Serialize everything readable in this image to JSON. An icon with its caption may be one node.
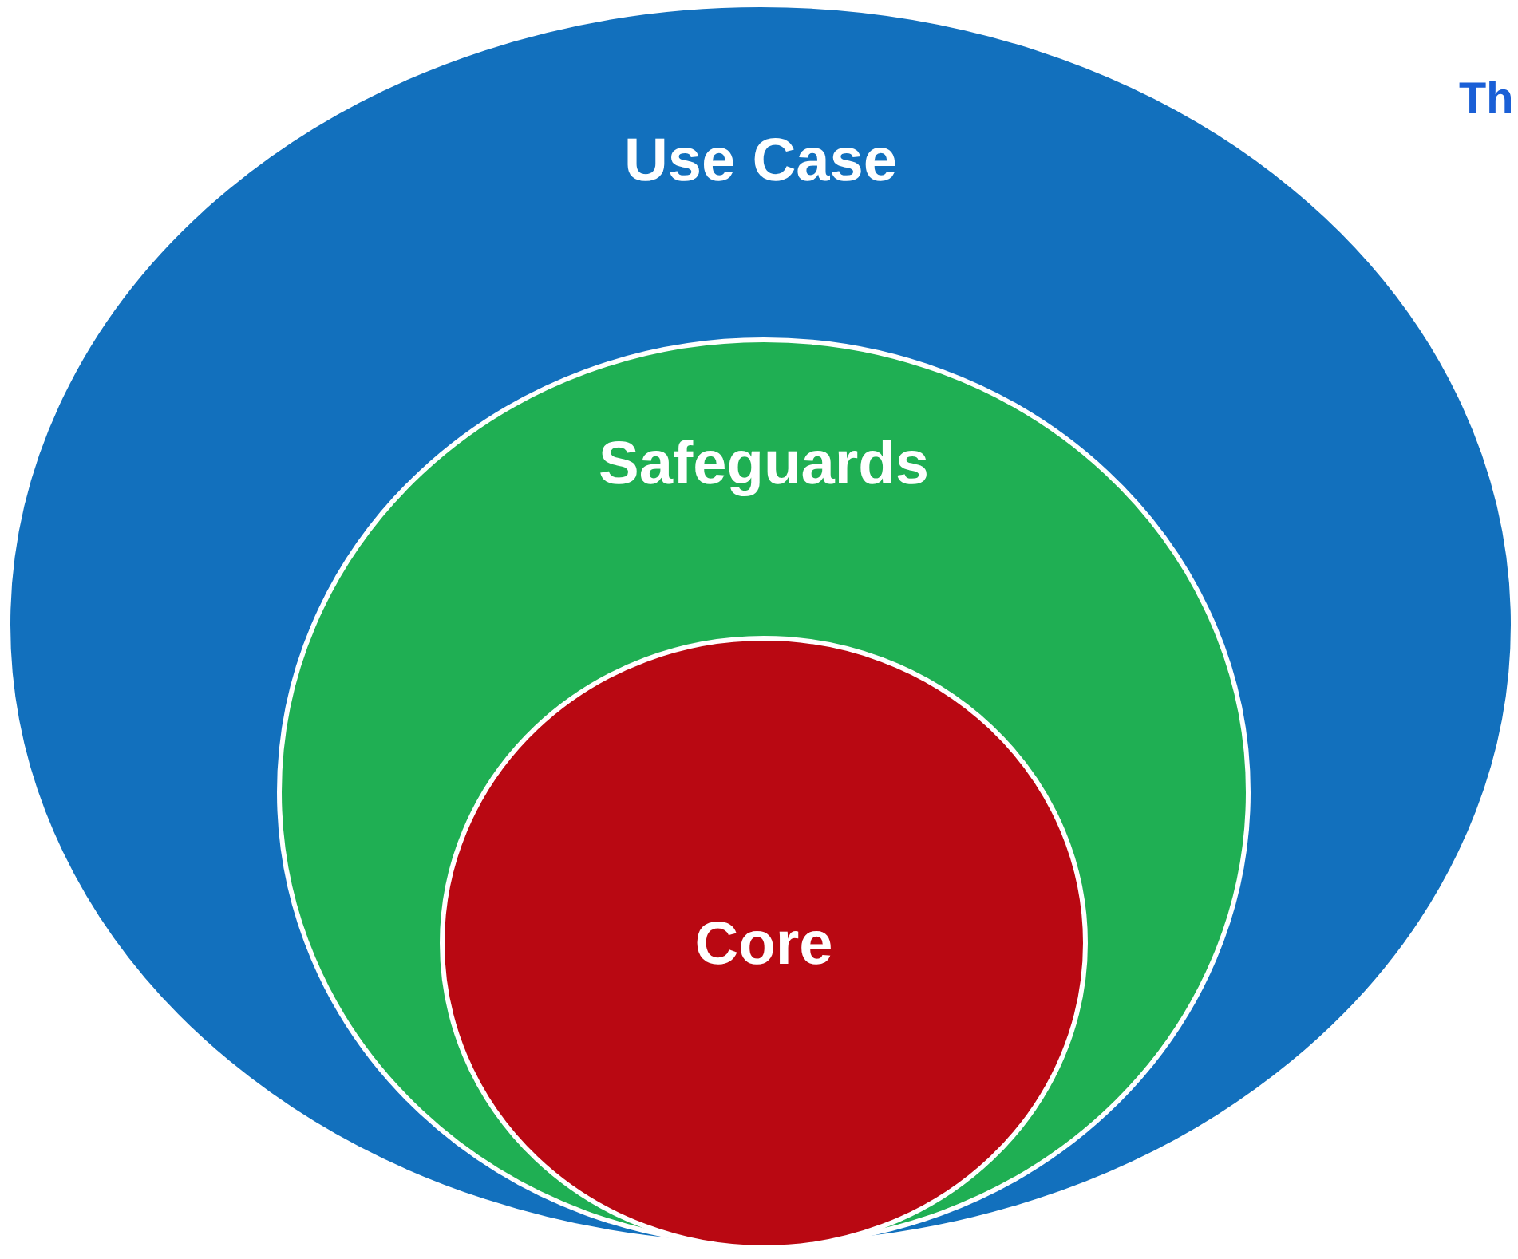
{
  "diagram": {
    "nodes": [
      {
        "text": [
          "Use Case"
        ]
      },
      {
        "text": [
          "Safeguards"
        ],
        "in": 0
      },
      {
        "text": [
          "Core"
        ],
        "in": 1
      }
    ],
    "labels": [
      "Th"
    ]
  }
}
